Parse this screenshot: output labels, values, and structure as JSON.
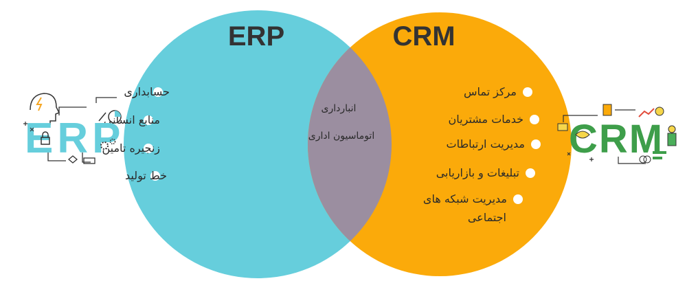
{
  "erp": {
    "title": "ERP",
    "color": "#66CEDC",
    "items": [
      "حسابداری",
      "منابع انسانی",
      "زنجیره تامین",
      "خط تولید"
    ]
  },
  "crm": {
    "title": "CRM",
    "color": "#FBAA0A",
    "items": [
      "مرکز تماس",
      "خدمات مشتریان",
      "مدیریت ارتباطات",
      "تبلیغات و بازاریابی",
      "مدیریت شبکه های",
      "اجتماعی"
    ]
  },
  "overlap": {
    "color": "#9B8EA0",
    "items": [
      "انبارداری",
      "اتوماسیون اداری"
    ]
  },
  "logos": {
    "left_text": "ERP",
    "right_text": "CRM"
  }
}
